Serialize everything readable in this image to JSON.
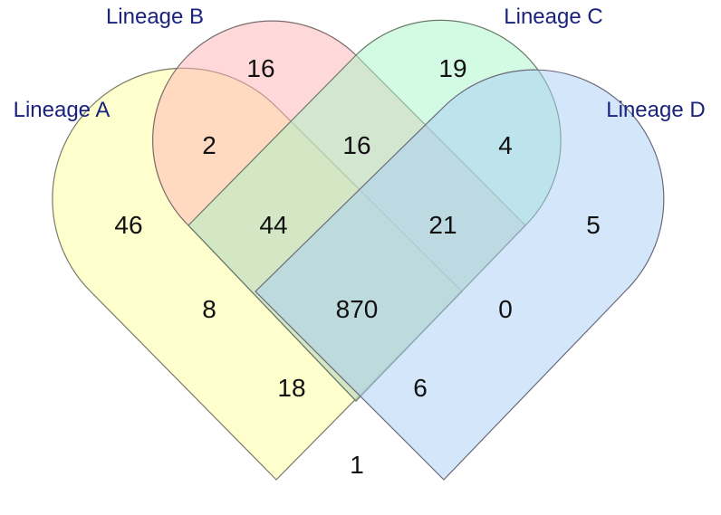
{
  "sets": [
    {
      "key": "A",
      "label": "Lineage A",
      "color": "#ffff9c"
    },
    {
      "key": "B",
      "label": "Lineage B",
      "color": "#ffb3b3"
    },
    {
      "key": "C",
      "label": "Lineage C",
      "color": "#a8f5c8"
    },
    {
      "key": "D",
      "label": "Lineage D",
      "color": "#a8cdf5"
    }
  ],
  "regions": [
    {
      "sets": "A",
      "count": "46"
    },
    {
      "sets": "B",
      "count": "16"
    },
    {
      "sets": "C",
      "count": "19"
    },
    {
      "sets": "D",
      "count": "5"
    },
    {
      "sets": "AB",
      "count": "2"
    },
    {
      "sets": "BC",
      "count": "16"
    },
    {
      "sets": "CD",
      "count": "4"
    },
    {
      "sets": "ABC",
      "count": "44"
    },
    {
      "sets": "BCD",
      "count": "21"
    },
    {
      "sets": "AC",
      "count": "8"
    },
    {
      "sets": "ABCD",
      "count": "870"
    },
    {
      "sets": "BD",
      "count": "0"
    },
    {
      "sets": "ACD",
      "count": "18"
    },
    {
      "sets": "ABD",
      "count": "6"
    },
    {
      "sets": "AD",
      "count": "1"
    }
  ]
}
